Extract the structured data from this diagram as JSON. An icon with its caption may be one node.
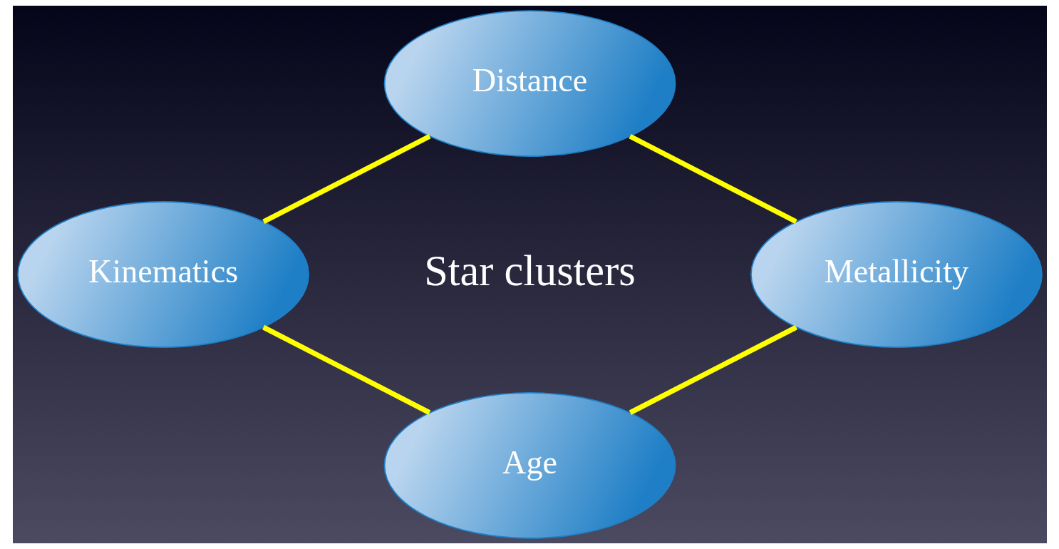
{
  "diagram": {
    "nodes": [
      {
        "text": [
          "Distance"
        ]
      },
      {
        "text": [
          "Metallicity"
        ]
      },
      {
        "text": [
          "Age"
        ]
      },
      {
        "text": [
          "Kinematics"
        ]
      }
    ],
    "edges": [
      {
        "from": 0,
        "to": 1,
        "arrow": "none"
      },
      {
        "from": 1,
        "to": 2,
        "arrow": "none"
      },
      {
        "from": 2,
        "to": 3,
        "arrow": "none"
      },
      {
        "from": 3,
        "to": 0,
        "arrow": "none"
      }
    ],
    "labels": [
      "Star clusters"
    ]
  }
}
